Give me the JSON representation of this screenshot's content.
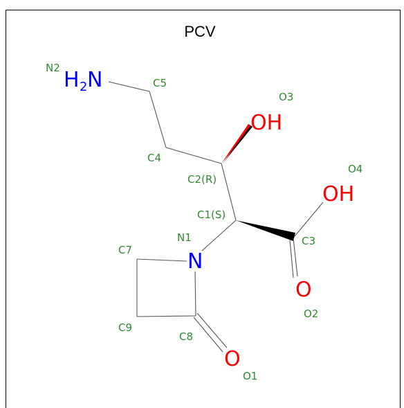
{
  "title": "PCV",
  "colors": {
    "atom_label": "#2e8b2e",
    "nitrogen": "#0000ff",
    "oxygen": "#ff0000",
    "bond": "#555555",
    "border": "#000000"
  },
  "atom_labels": {
    "n2": "N2",
    "c5": "C5",
    "o3": "O3",
    "c4": "C4",
    "c2": "C2(R)",
    "o4": "O4",
    "c1": "C1(S)",
    "n1": "N1",
    "c3": "C3",
    "c7": "C7",
    "o2": "O2",
    "c9": "C9",
    "c8": "C8",
    "o1": "O1"
  },
  "elements": {
    "amine_h": "H",
    "amine_sub": "2",
    "amine_n": "N",
    "hydroxyl": "OH",
    "acid_hydroxyl": "OH",
    "ring_n": "N",
    "carbonyl_o_acid": "O",
    "carbonyl_o_ring": "O"
  }
}
